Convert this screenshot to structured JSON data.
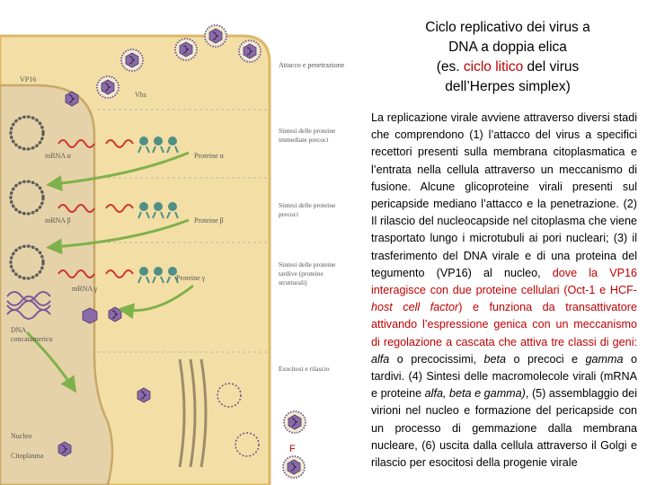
{
  "title": {
    "line1": "Ciclo replicativo dei virus a",
    "line2": "DNA a doppia elica",
    "line3_pre": "(es. ",
    "line3_red": "ciclo litico",
    "line3_post": " del virus",
    "line4": "dell’Herpes simplex)"
  },
  "description": {
    "p1": " La replicazione virale avviene attraverso diversi stadi che comprendono (1) l’attacco del virus a specifici recettori presenti sulla membrana citoplasmatica e l’entrata nella cellula attraverso un meccanismo di fusione. Alcune glicoproteine virali presenti sul pericapside mediano l’attacco e la penetrazione. (2) Il rilascio del nucleocapside nel citoplasma che viene trasportato lungo i microtubuli ai pori nucleari; (3) il trasferimento del DNA virale e di una proteina del tegumento (VP16) al nucleo, ",
    "p2_red": "dove la VP16 interagisce con due proteine cellulari (Oct-1 e  HCF-",
    "p2_red_italic": "host cell factor",
    "p2_red_end": ") e funziona da transattivatore attivando l’espressione genica con un meccanismo di regolazione a cascata che attiva tre classi di geni: ",
    "alfa": "alfa",
    "p3": " o precocissimi, ",
    "beta": "beta",
    "p4": " o precoci e ",
    "gamma": "gamma",
    "p5": " o tardivi. (4)  Sintesi delle macromolecole virali (mRNA e proteine ",
    "alfa2": "alfa, beta e gamma)",
    "p6": ", (5) assemblaggio dei virioni nel nucleo e formazione del pericapside con un processo di gemmazione dalla membrana nucleare, (6) uscita dalla cellula attraverso il Golgi e rilascio per esocitosi della progenie virale"
  },
  "figure": {
    "labels": {
      "attacco": "Attacco e penetrazione",
      "vp16": "VP16",
      "vhs": "Vhs",
      "mrna_a": "mRNA α",
      "proteine_a": "Proteine α",
      "sintesi_a_1": "Sintesi delle proteine",
      "sintesi_a_2": "immediate precoci",
      "mrna_b": "mRNA β",
      "proteine_b": "Proteine β",
      "sintesi_b_1": "Sintesi delle proteine",
      "sintesi_b_2": "precoci",
      "mrna_g": "mRNA γ",
      "proteine_g": "Proteine γ",
      "sintesi_g_1": "Sintesi delle proteine",
      "sintesi_g_2": "tardive (proteine",
      "sintesi_g_3": "strutturali)",
      "dna_1": "DNA",
      "dna_2": "concatamerico",
      "esocitosi": "Esocitosi e rilascio",
      "nucleo": "Nucleo",
      "citoplasma": "Citoplasma",
      "cut_char": "F"
    },
    "colors": {
      "cytoplasm": "#f3dfa6",
      "nucleus": "#e6d2a8",
      "virus": "#8a6aa8",
      "mrna": "#d0342c",
      "protein": "#4f8f86",
      "arrow": "#7fb14a"
    }
  }
}
